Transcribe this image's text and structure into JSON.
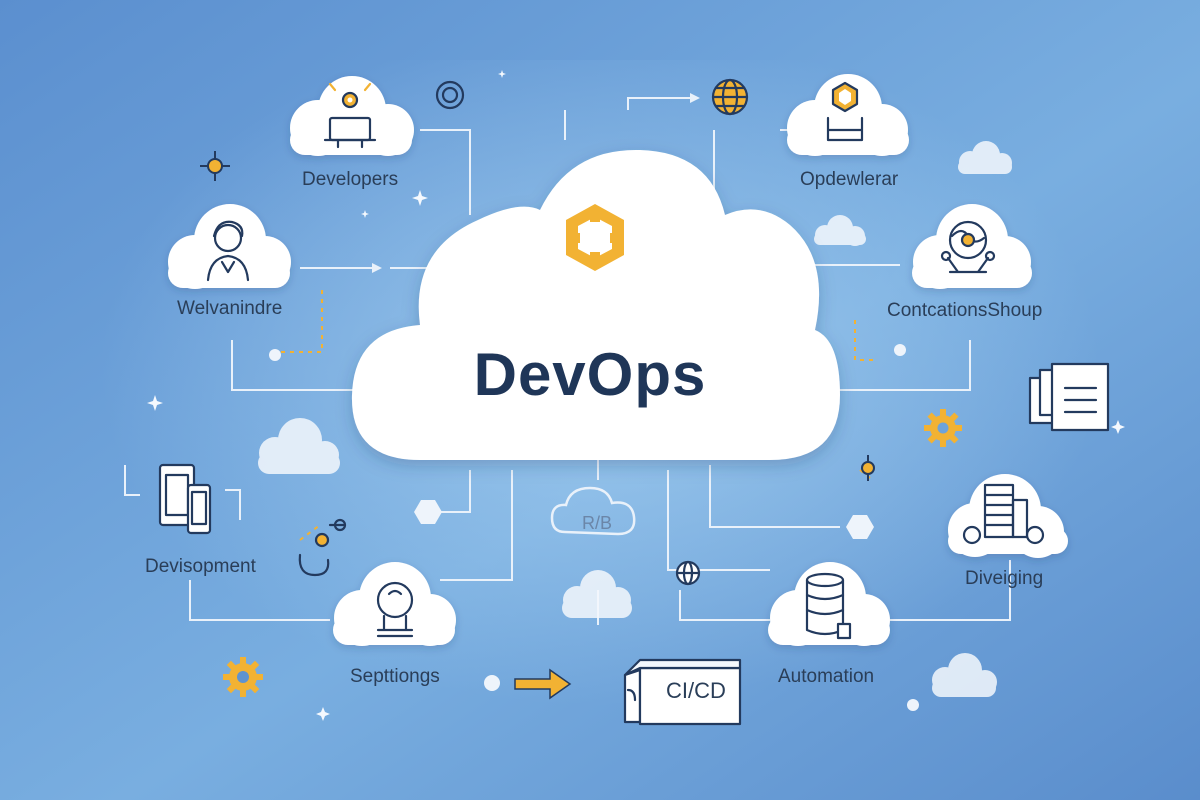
{
  "diagram": {
    "title": "DevOps",
    "nodes": [
      {
        "id": "developers",
        "label": "Developers",
        "icon": "workstation-gear-icon"
      },
      {
        "id": "opdewlerar",
        "label": "Opdewlerar",
        "icon": "deploy-hexagon-icon"
      },
      {
        "id": "welvanindre",
        "label": "Welvanindre",
        "icon": "person-avatar-icon"
      },
      {
        "id": "contcations",
        "label": "ContcationsShoup",
        "icon": "network-globe-icon"
      },
      {
        "id": "devisopment",
        "label": "Devisopment",
        "icon": "devices-icon"
      },
      {
        "id": "diveiging",
        "label": "Diveiging",
        "icon": "server-building-icon"
      },
      {
        "id": "septtiongs",
        "label": "Septtiongs",
        "icon": "robot-dome-icon"
      },
      {
        "id": "automation",
        "label": "Automation",
        "icon": "database-icon"
      }
    ],
    "cicd_label": "CI/CD",
    "cloud_badge": "R/B"
  },
  "colors": {
    "background_light": "#8dbde6",
    "background_dark": "#4f86c6",
    "cloud": "#ffffff",
    "accent": "#f2b233",
    "line": "#eef4fb",
    "text": "#2a3e58",
    "title": "#1f3658"
  }
}
